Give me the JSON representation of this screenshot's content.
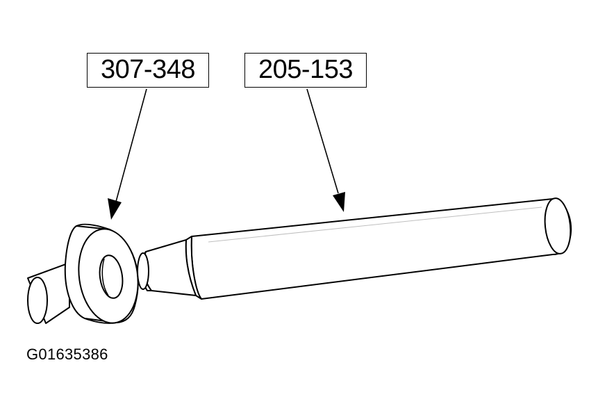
{
  "callouts": {
    "left_label": "307-348",
    "right_label": "205-153"
  },
  "figure_id": "G01635386",
  "colors": {
    "line": "#000000",
    "background": "#ffffff"
  }
}
